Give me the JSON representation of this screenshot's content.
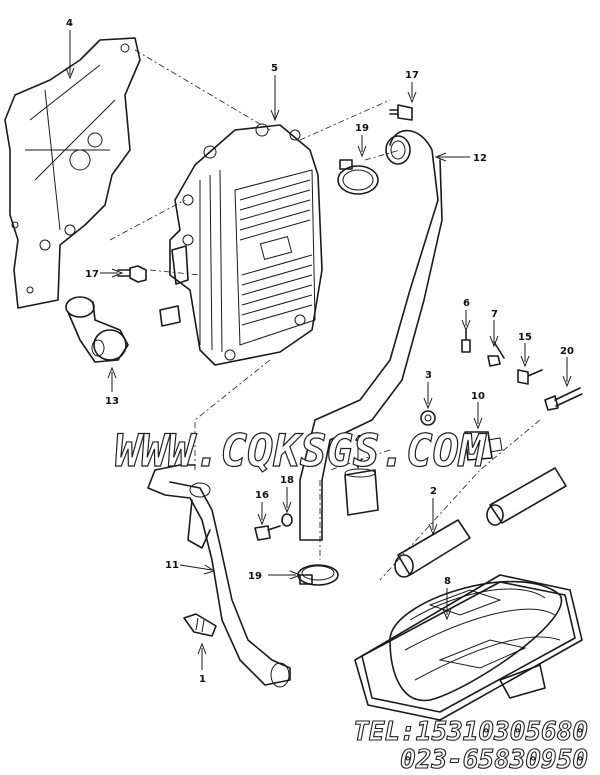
{
  "callouts": [
    "1",
    "2",
    "3",
    "4",
    "5",
    "6",
    "7",
    "8",
    "10",
    "11",
    "12",
    "13",
    "15",
    "16",
    "17",
    "18",
    "19",
    "20"
  ],
  "watermark": "WWW.CQKSGS.COM",
  "footer": {
    "tel_line": "TEL:15310305680",
    "phone_line": "023-65830950"
  }
}
